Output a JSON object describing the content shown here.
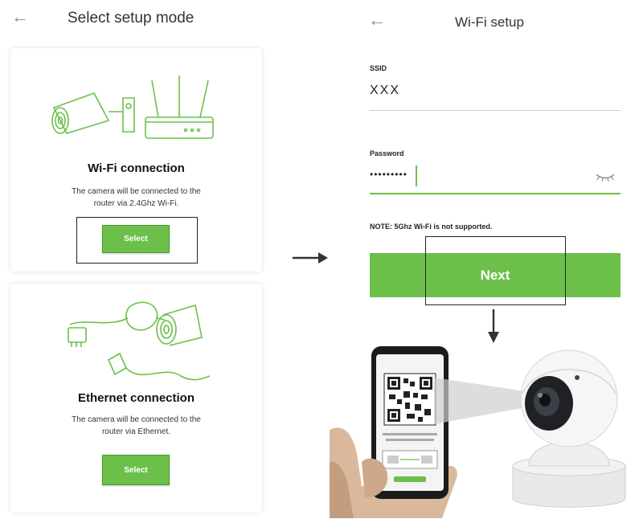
{
  "left_screen": {
    "title": "Select setup mode",
    "options": [
      {
        "title": "Wi-Fi connection",
        "description_line1": "The camera will be connected to the",
        "description_line2": "router via 2.4Ghz Wi-Fi.",
        "button_label": "Select"
      },
      {
        "title": "Ethernet connection",
        "description_line1": "The camera will be connected to the",
        "description_line2": "router via Ethernet.",
        "button_label": "Select"
      }
    ]
  },
  "right_screen": {
    "title": "Wi-Fi setup",
    "ssid_label": "SSID",
    "ssid_value": "XXX",
    "password_label": "Password",
    "password_value": "•••••••••",
    "note": "NOTE: 5Ghz Wi-Fi is not supported.",
    "next_label": "Next"
  },
  "colors": {
    "accent_green": "#6cc04a",
    "highlight_box": "#222222"
  },
  "icons": [
    "back-arrow-icon",
    "camera-icon",
    "router-icon",
    "ethernet-cable-icon",
    "eye-hidden-icon",
    "right-arrow-icon",
    "down-arrow-icon",
    "smartphone-qr-image",
    "pan-tilt-camera-image"
  ]
}
